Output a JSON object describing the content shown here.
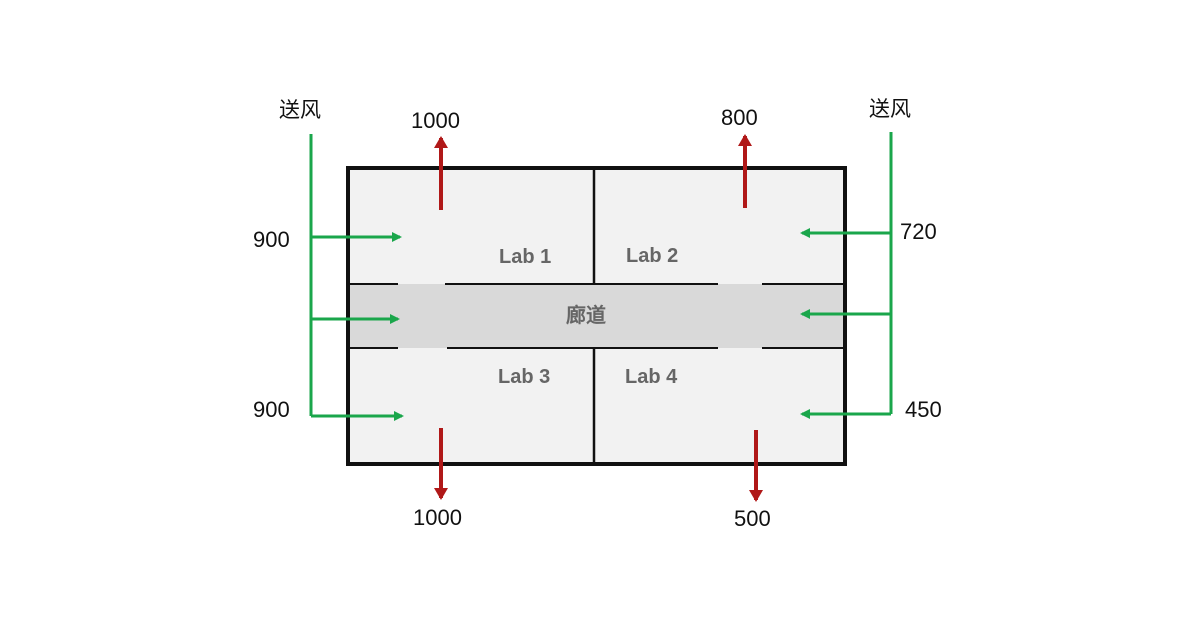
{
  "supply": {
    "left_title": "送风",
    "right_title": "送风",
    "left_top_value": "900",
    "left_bottom_value": "900",
    "right_top_value": "720",
    "right_bottom_value": "450"
  },
  "exhaust": {
    "lab1": "1000",
    "lab2": "800",
    "lab3": "1000",
    "lab4": "500"
  },
  "rooms": {
    "lab1": "Lab 1",
    "lab2": "Lab 2",
    "lab3": "Lab 3",
    "lab4": "Lab 4",
    "corridor": "廊道"
  },
  "colors": {
    "supply_arrow": "#1aa64b",
    "exhaust_arrow": "#b01818",
    "room_fill": "#f2f2f2",
    "corridor_fill": "#d9d9d9",
    "wall": "#111111"
  }
}
